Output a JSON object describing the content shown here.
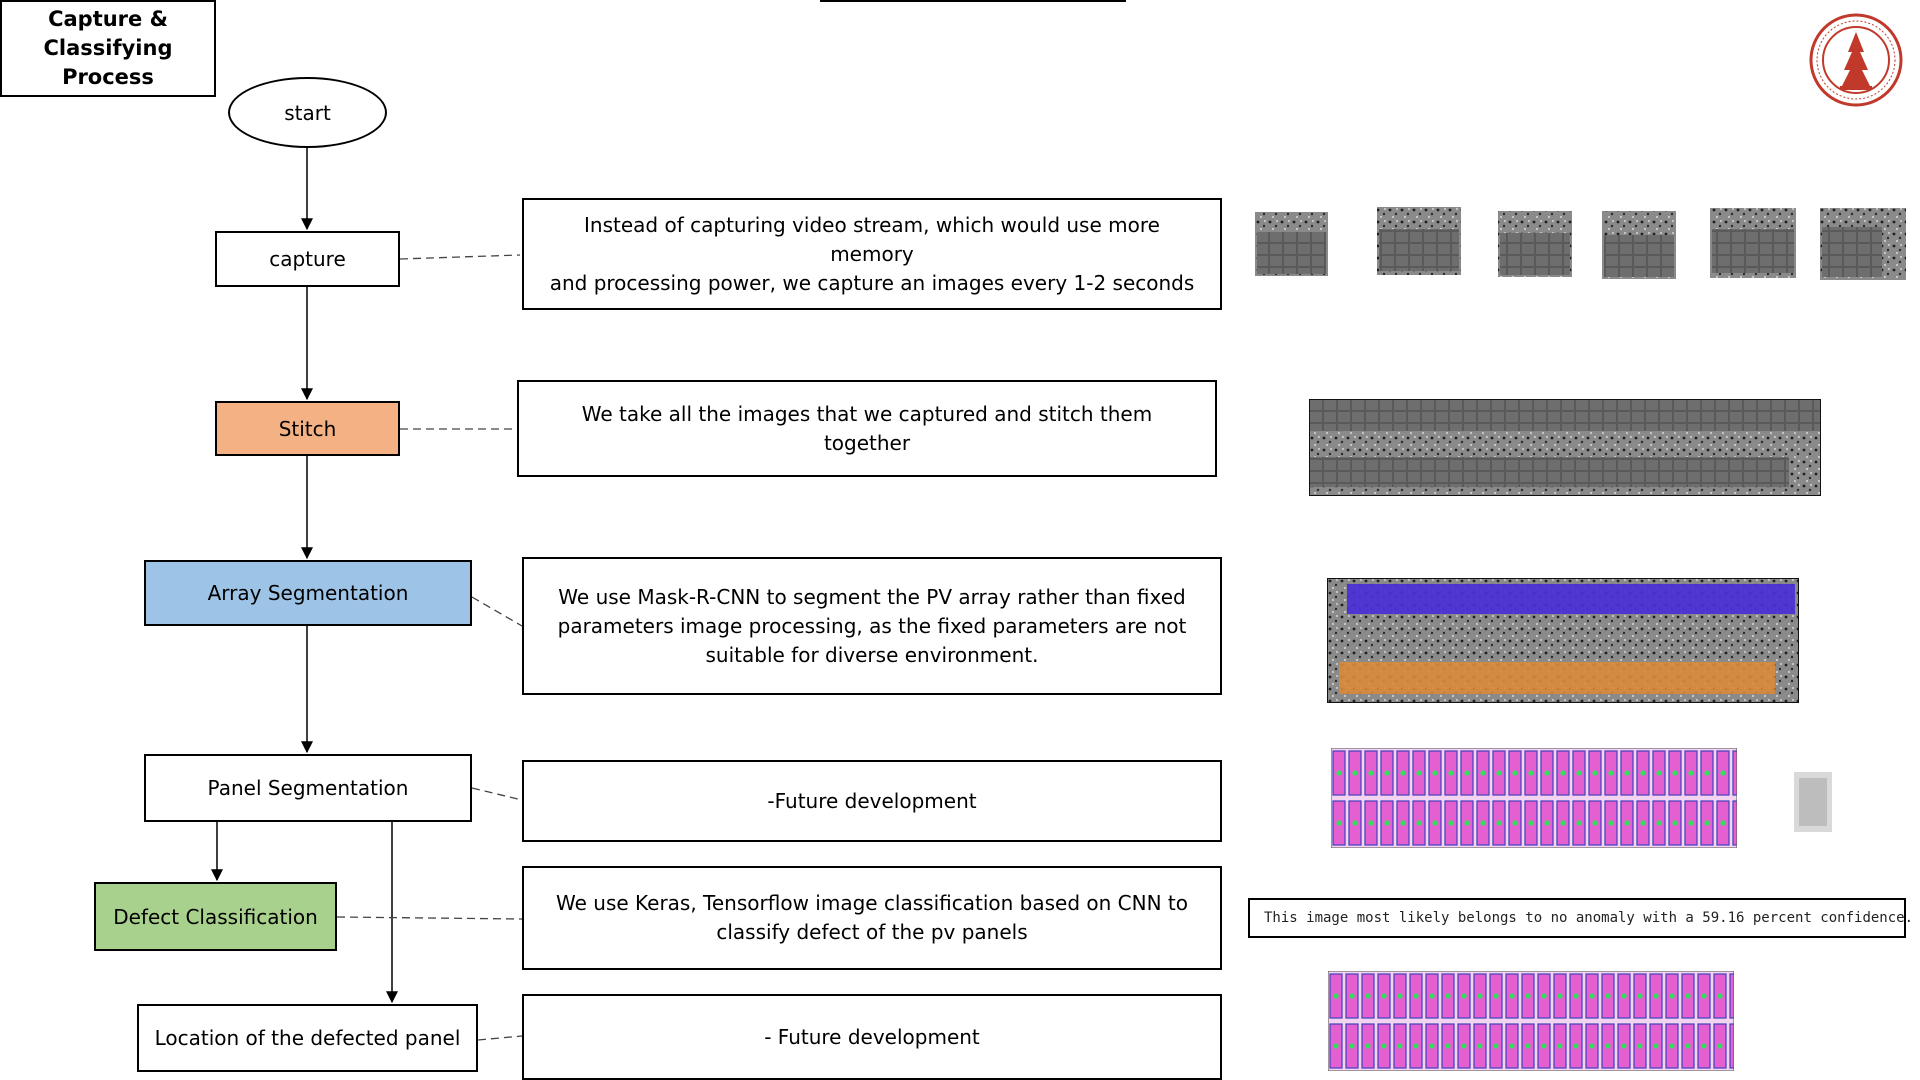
{
  "title": [
    "Capture &",
    "Classifying",
    "Process"
  ],
  "flow": {
    "start": "start",
    "capture": "capture",
    "stitch": "Stitch",
    "array_segmentation": "Array Segmentation",
    "panel_segmentation": "Panel Segmentation",
    "defect_classification": "Defect Classification",
    "location": "Location of the defected panel"
  },
  "descriptions": {
    "capture": [
      "Instead of capturing video stream, which would use more memory",
      "and processing power, we capture an images every 1-2 seconds"
    ],
    "stitch": [
      "We take all the images that we captured and stitch them together"
    ],
    "array_segmentation": [
      "We use Mask-R-CNN to segment the PV array rather than fixed",
      "parameters image processing, as the fixed parameters are not",
      "suitable for diverse environment."
    ],
    "panel_segmentation": [
      "-Future development"
    ],
    "defect_classification": [
      "We use Keras, Tensorflow image classification based on CNN to",
      "classify defect of the pv panels"
    ],
    "location": [
      "- Future development"
    ]
  },
  "classifier_output": "This image most likely belongs to no anomaly with a 59.16 percent confidence.",
  "colors": {
    "stitch_fill": "#f4b183",
    "array_segmentation_fill": "#9dc3e6",
    "defect_classification_fill": "#a9d18e",
    "mask_blue": "#4b2fd6",
    "mask_orange": "#d9893a",
    "panel_overlay": "#e45fd0",
    "logo": "#c0392b"
  },
  "icons": [
    "university-seal-logo"
  ]
}
